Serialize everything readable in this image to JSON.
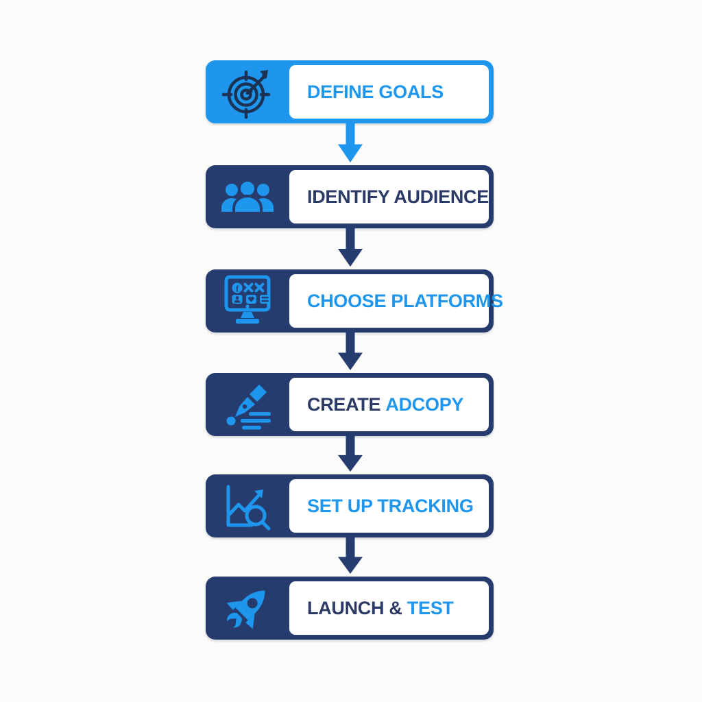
{
  "diagram": {
    "type": "vertical-flowchart",
    "topic": "ad campaign setup process",
    "background_color": "#fbfbf9",
    "colors": {
      "accent_blue": "#1e96ee",
      "navy": "#263c6e",
      "navy_text": "#2b3a66",
      "panel_white": "#ffffff"
    },
    "steps": [
      {
        "id": "define-goals",
        "icon": "target-dart-icon",
        "theme": "blue",
        "label": "DEFINE GOALS",
        "parts": [
          {
            "text": "DEFINE GOALS",
            "color": "blue"
          }
        ],
        "arrow_after": "blue"
      },
      {
        "id": "identify-audience",
        "icon": "audience-people-icon",
        "theme": "navy",
        "label": "IDENTIFY AUDIENCE",
        "parts": [
          {
            "text": "IDENTIFY AUDIENCE",
            "color": "navy"
          }
        ],
        "arrow_after": "navy"
      },
      {
        "id": "choose-platforms",
        "icon": "social-platforms-monitor-icon",
        "theme": "navy",
        "label": "CHOOSE PLATFORMS",
        "parts": [
          {
            "text": "CHOOSE PLATFORMS",
            "color": "blue"
          }
        ],
        "arrow_after": "navy"
      },
      {
        "id": "create-adcopy",
        "icon": "pen-writing-icon",
        "theme": "navy",
        "label": "CREATE ADCOPY",
        "parts": [
          {
            "text": "CREATE ",
            "color": "navy"
          },
          {
            "text": "ADCOPY",
            "color": "blue"
          }
        ],
        "arrow_after": "navy"
      },
      {
        "id": "set-up-tracking",
        "icon": "analytics-magnifier-icon",
        "theme": "navy",
        "label": "SET UP TRACKING",
        "parts": [
          {
            "text": "SET UP TRACKING",
            "color": "blue"
          }
        ],
        "arrow_after": "navy"
      },
      {
        "id": "launch-test",
        "icon": "rocket-icon",
        "theme": "navy",
        "label": "LAUNCH & TEST",
        "parts": [
          {
            "text": "LAUNCH & ",
            "color": "navy"
          },
          {
            "text": "TEST",
            "color": "blue"
          }
        ],
        "arrow_after": null
      }
    ]
  }
}
